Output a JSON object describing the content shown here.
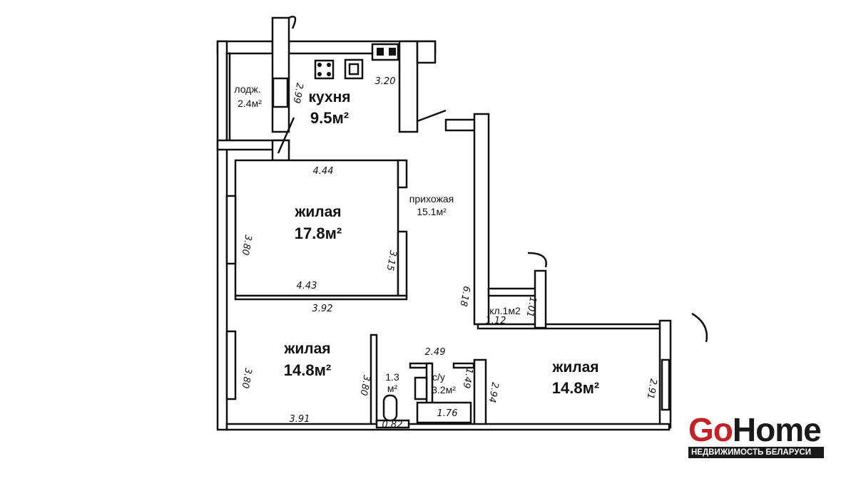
{
  "rooms": {
    "loggia": {
      "name": "лодж.",
      "area": "2.4м²"
    },
    "kitchen": {
      "name": "кухня",
      "area": "9.5м²"
    },
    "hall": {
      "name": "прихожая",
      "area": "15.1м²"
    },
    "living1": {
      "name": "жилая",
      "area": "17.8м²"
    },
    "living2": {
      "name": "жилая",
      "area": "14.8м²"
    },
    "living3": {
      "name": "жилая",
      "area": "14.8м²"
    },
    "closet": {
      "name": "кл.1м2"
    },
    "wc": {
      "name": "1.3",
      "area": "м²"
    },
    "bath": {
      "name": "с/у",
      "area": "3.2м²"
    }
  },
  "dimensions": [
    "3.20",
    "2.99",
    "4.44",
    "3.80",
    "3.15",
    "4.43",
    "3.92",
    "3.80",
    "3.91",
    "3.80",
    "0.82",
    "2.49",
    "1.49",
    "1.76",
    "2.94",
    "6.18",
    "1.12",
    "1.01",
    "2.91"
  ],
  "logo": {
    "brand_go": "Go",
    "brand_home": "Home",
    "tagline": "НЕДВИЖИМОСТЬ БЕЛАРУСИ"
  },
  "colors": {
    "brand_red": "#c62026",
    "brand_dark": "#1a1a1a"
  }
}
